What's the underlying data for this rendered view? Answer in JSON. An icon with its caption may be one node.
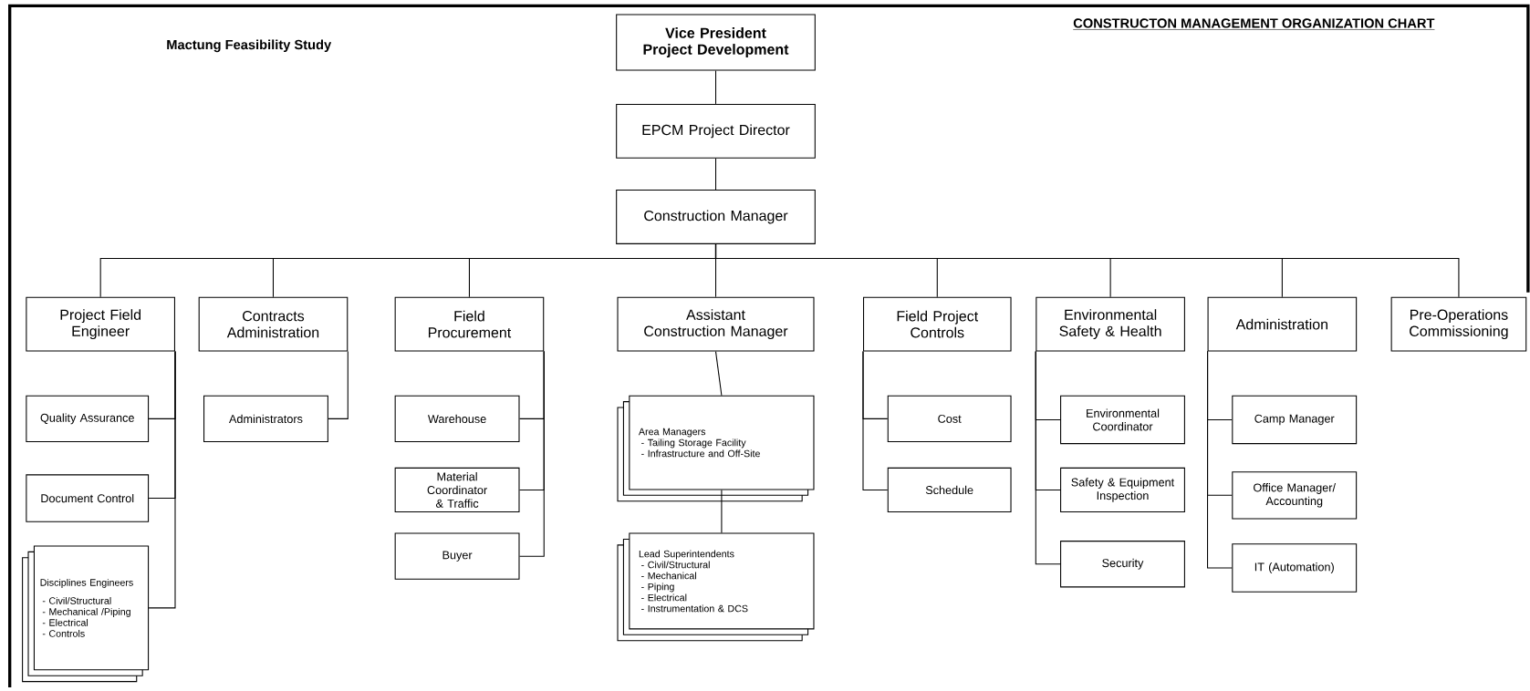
{
  "diagram": {
    "title": "CONSTRUCTON MANAGEMENT ORGANIZATION CHART",
    "nodes": [
      {
        "text": [
          "Vice President Project Development"
        ]
      },
      {
        "text": [
          "EPCM Project Director"
        ]
      },
      {
        "text": [
          "Construction Manager"
        ]
      },
      {
        "text": [
          "Project Field Engineer"
        ]
      },
      {
        "text": [
          "Contracts Administration"
        ]
      },
      {
        "text": [
          "Field Procurement"
        ]
      },
      {
        "text": [
          "Assistant Construction Manager"
        ]
      },
      {
        "text": [
          "Field Project Controls"
        ]
      },
      {
        "text": [
          "Environmental Safety & Health"
        ]
      },
      {
        "text": [
          "Administration"
        ]
      },
      {
        "text": [
          "Pre-Operations Commissioning"
        ]
      },
      {
        "text": [
          "Quality Assurance"
        ]
      },
      {
        "text": [
          "Document Control"
        ]
      },
      {
        "text": [
          "Disciplines Engineers",
          "- Civil/Structural",
          "- Mechanical /Piping",
          "- Electrical",
          "- Controls"
        ]
      },
      {
        "text": [
          "Administrators"
        ]
      },
      {
        "text": [
          "Warehouse"
        ]
      },
      {
        "text": [
          "Material Coordinator & Traffic"
        ]
      },
      {
        "text": [
          "Buyer"
        ]
      },
      {
        "text": [
          "Area Managers",
          "- Tailing Storage Facility",
          "- Infrastructure and Off-Site"
        ]
      },
      {
        "text": [
          "Lead Superintendents",
          "- Civil/Structural",
          "- Mechanical",
          "- Piping",
          "- Electrical",
          "- Instrumentation & DCS"
        ]
      },
      {
        "text": [
          "Cost"
        ]
      },
      {
        "text": [
          "Schedule"
        ]
      },
      {
        "text": [
          "Environmental Coordinator"
        ]
      },
      {
        "text": [
          "Safety & Equipment Inspection"
        ]
      },
      {
        "text": [
          "Security"
        ]
      },
      {
        "text": [
          "Camp Manager"
        ]
      },
      {
        "text": [
          "Office Manager/ Accounting"
        ]
      },
      {
        "text": [
          "IT (Automation)"
        ]
      }
    ],
    "edges": [
      {
        "from": 0,
        "to": 1,
        "arrow": "none"
      },
      {
        "from": 1,
        "to": 2,
        "arrow": "none"
      },
      {
        "from": 2,
        "to": 3,
        "arrow": "none"
      },
      {
        "from": 2,
        "to": 4,
        "arrow": "none"
      },
      {
        "from": 2,
        "to": 5,
        "arrow": "none"
      },
      {
        "from": 2,
        "to": 6,
        "arrow": "none"
      },
      {
        "from": 2,
        "to": 7,
        "arrow": "none"
      },
      {
        "from": 2,
        "to": 8,
        "arrow": "none"
      },
      {
        "from": 2,
        "to": 9,
        "arrow": "none"
      },
      {
        "from": 2,
        "to": 10,
        "arrow": "none"
      },
      {
        "from": 3,
        "to": 11,
        "arrow": "none"
      },
      {
        "from": 3,
        "to": 12,
        "arrow": "none"
      },
      {
        "from": 3,
        "to": 13,
        "arrow": "none"
      },
      {
        "from": 4,
        "to": 14,
        "arrow": "none"
      },
      {
        "from": 5,
        "to": 15,
        "arrow": "none"
      },
      {
        "from": 5,
        "to": 16,
        "arrow": "none"
      },
      {
        "from": 5,
        "to": 17,
        "arrow": "none"
      },
      {
        "from": 6,
        "to": 18,
        "arrow": "none"
      },
      {
        "from": 18,
        "to": 19,
        "arrow": "none"
      },
      {
        "from": 7,
        "to": 20,
        "arrow": "none"
      },
      {
        "from": 7,
        "to": 21,
        "arrow": "none"
      },
      {
        "from": 8,
        "to": 22,
        "arrow": "none"
      },
      {
        "from": 8,
        "to": 23,
        "arrow": "none"
      },
      {
        "from": 8,
        "to": 24,
        "arrow": "none"
      },
      {
        "from": 9,
        "to": 25,
        "arrow": "none"
      },
      {
        "from": 9,
        "to": 26,
        "arrow": "none"
      },
      {
        "from": 9,
        "to": 27,
        "arrow": "none"
      }
    ],
    "labels": [
      "Mactung Feasibility Study"
    ]
  }
}
